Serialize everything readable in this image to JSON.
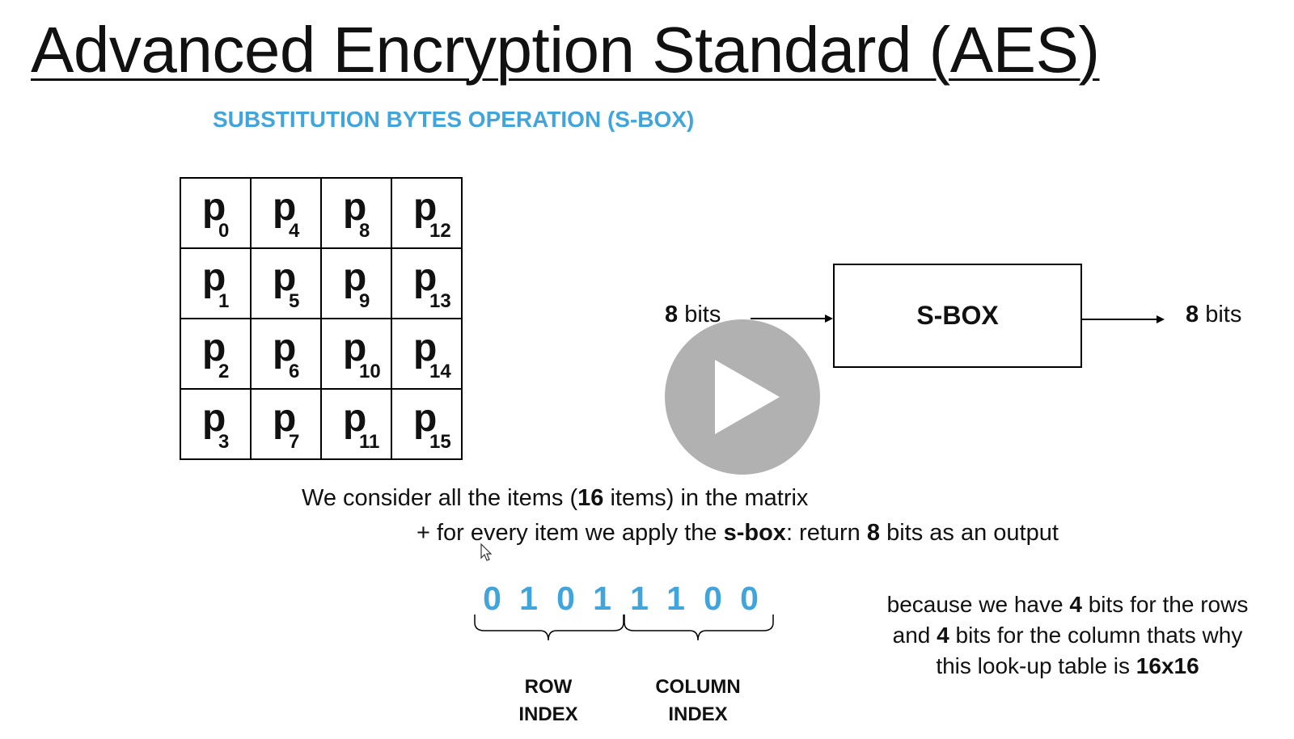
{
  "slide": {
    "title": "Advanced Encryption Standard (AES)",
    "subtitle": "SUBSTITUTION BYTES OPERATION (S-BOX)",
    "accent_color": "#41a5dc"
  },
  "matrix": {
    "letter": "p",
    "rows": [
      [
        "0",
        "4",
        "8",
        "12"
      ],
      [
        "1",
        "5",
        "9",
        "13"
      ],
      [
        "2",
        "6",
        "10",
        "14"
      ],
      [
        "3",
        "7",
        "11",
        "15"
      ]
    ]
  },
  "sbox_diagram": {
    "input_num": "8",
    "input_unit": "bits",
    "box_label": "S-BOX",
    "output_num": "8",
    "output_unit": "bits"
  },
  "description": {
    "line1": {
      "pre": "We consider all the items (",
      "bold": "16",
      "post": " items) in the matrix"
    },
    "line2": {
      "pre": "+ for every item we apply the ",
      "bold1": "s-box",
      "mid": ": return ",
      "bold2": "8",
      "post": " bits as an output"
    }
  },
  "bits": {
    "values": [
      "0",
      "1",
      "0",
      "1",
      "1",
      "1",
      "0",
      "0"
    ],
    "row_label": [
      "ROW",
      "INDEX"
    ],
    "column_label": [
      "COLUMN",
      "INDEX"
    ]
  },
  "explanation": {
    "l1_pre": "because we have ",
    "l1_bold": "4",
    "l1_post": " bits for the rows",
    "l2_pre": "and ",
    "l2_bold": "4",
    "l2_post": " bits for the column thats why",
    "l3_pre": "this look-up table is ",
    "l3_bold": "16x16"
  },
  "player": {
    "play_icon": "play-icon",
    "cursor_icon": "mouse-pointer-icon"
  }
}
